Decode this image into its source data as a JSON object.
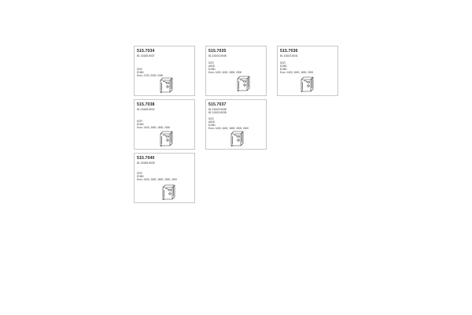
{
  "cards": [
    {
      "code": "515.7034",
      "refs": [
        "81.15165.6037"
      ],
      "specs": [
        "SCR",
        "EO6D",
        "Euro: 1700, 2000, 2400"
      ]
    },
    {
      "code": "515.7035",
      "refs": [
        "81.15103.6048"
      ],
      "specs": [
        "SCR",
        "AS05",
        "EO6D",
        "Euro: 1400, 1600, 1800, 2000"
      ]
    },
    {
      "code": "515.7036",
      "refs": [
        "81.15102.6041"
      ],
      "specs": [
        "SCR",
        "EO6D",
        "EO6D",
        "Euro: 1400, 1600, 1800, 2000"
      ]
    },
    {
      "code": "515.7038",
      "refs": [
        "81.15165.6042"
      ],
      "specs": [
        "SCR",
        "EO6D",
        "Euro: 1400, 1600, 1800, 2400"
      ]
    },
    {
      "code": "515.7037",
      "refs": [
        "81.15103.6048",
        "81.15103.6038"
      ],
      "specs": [
        "SCR",
        "AS05",
        "EO6D",
        "Euro: 1400, 1600, 1800, 2000, 2400"
      ]
    },
    {
      "code": "515.7040",
      "refs": [
        "81.15165.6039"
      ],
      "specs": [
        "SCR",
        "EO6D",
        "Euro: 1400, 1600, 1800, 2000, 2400"
      ]
    }
  ],
  "icons": {
    "part": "muffler-icon"
  },
  "colors": {
    "border": "#c8c8c8",
    "line": "#333333"
  }
}
